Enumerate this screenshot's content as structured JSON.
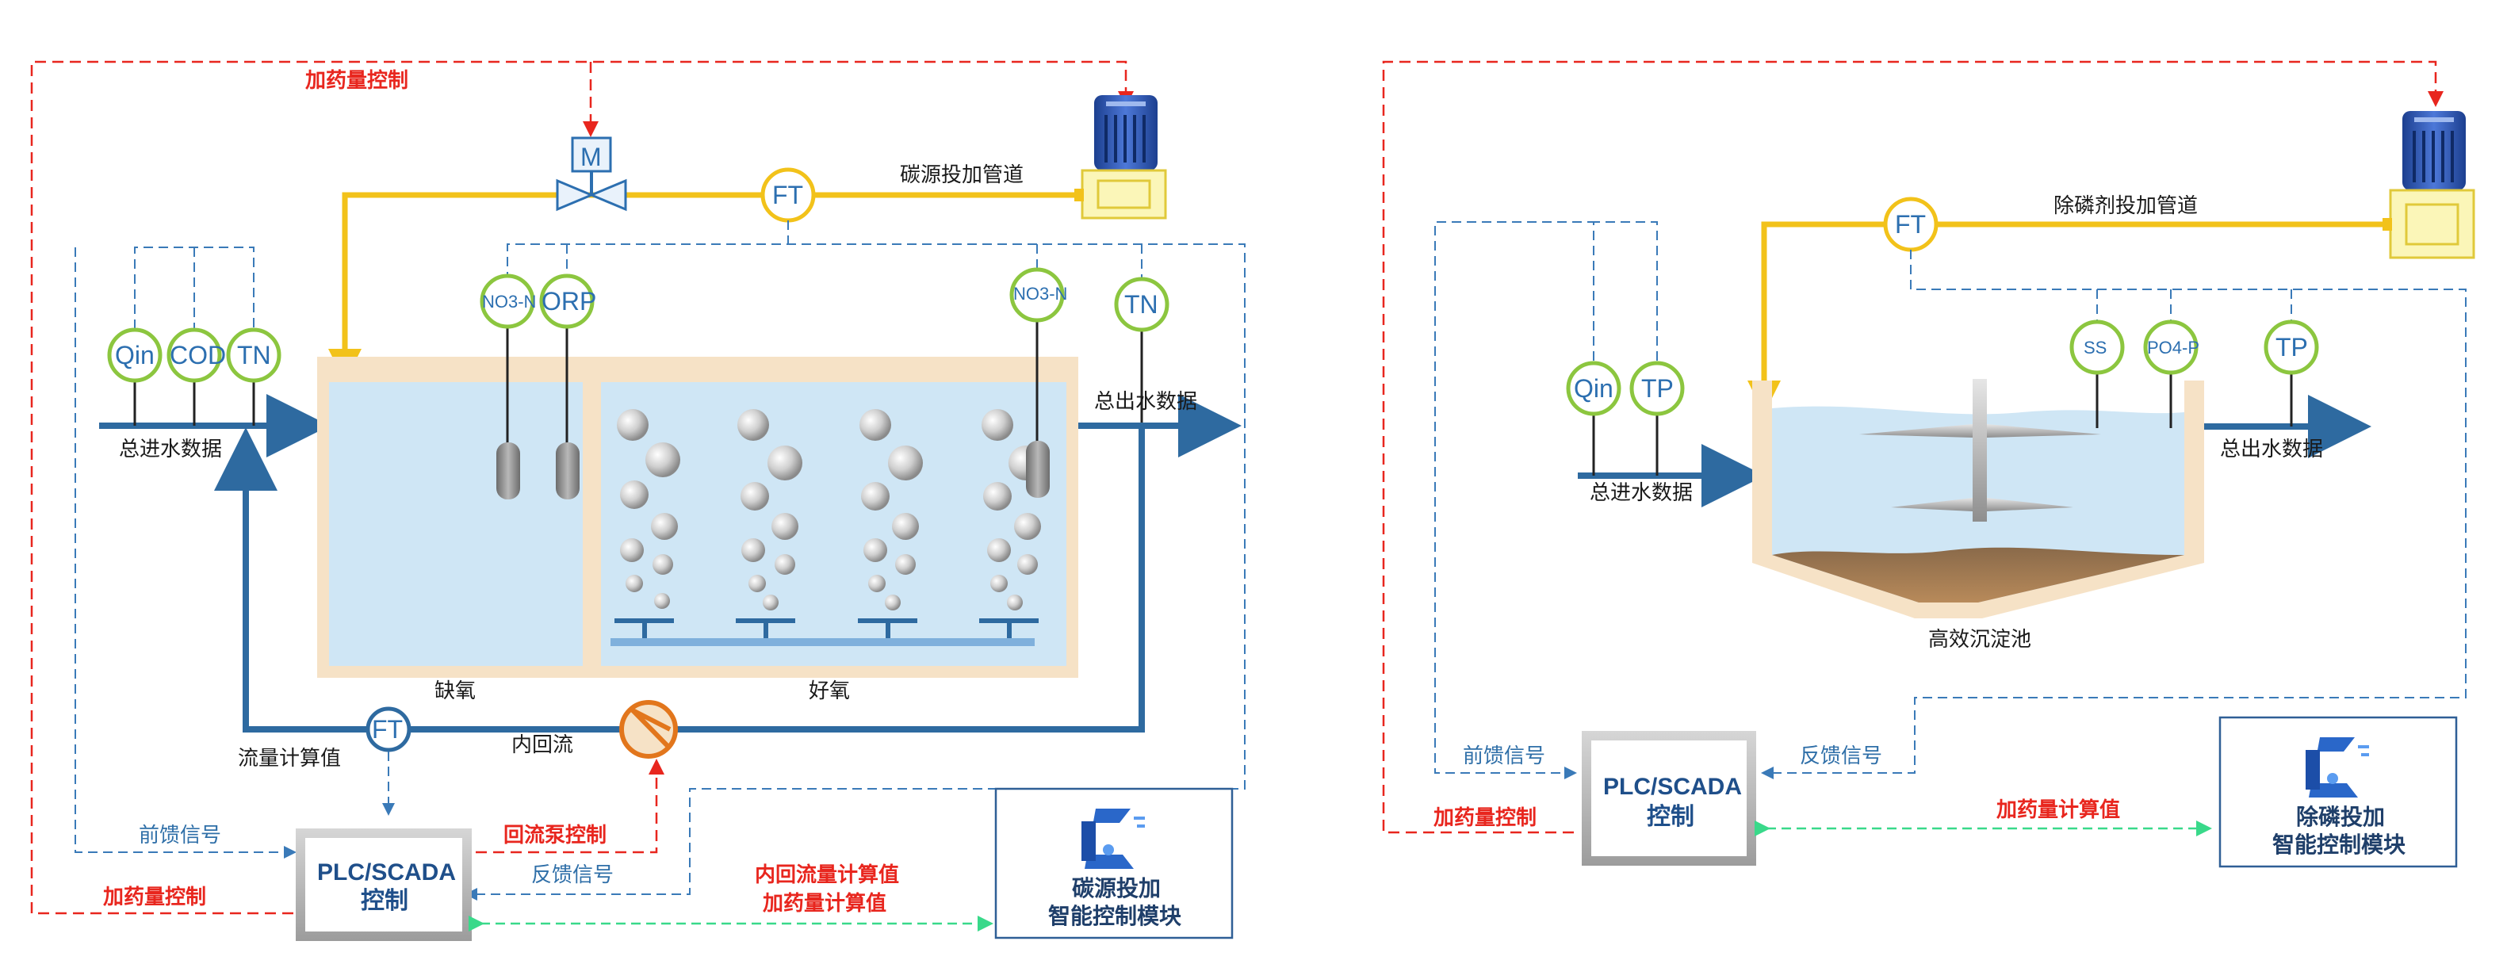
{
  "left": {
    "dosing_control_top": "加药量控制",
    "carbon_pipe": "碳源投加管道",
    "valve_motor": "M",
    "ft_pipe": "FT",
    "inlet_sensors": [
      "Qin",
      "COD",
      "TN"
    ],
    "inlet_label": "总进水数据",
    "tank_sensors": [
      "NO3-N",
      "ORP",
      "NO3-N"
    ],
    "outlet_sensor": "TN",
    "outlet_label": "总出水数据",
    "anoxic": "缺氧",
    "aerobic": "好氧",
    "ft_flow": "FT",
    "flow_calc": "流量计算值",
    "internal_reflux": "内回流",
    "feedforward": "前馈信号",
    "pump_control": "回流泵控制",
    "dosing_control_bottom": "加药量控制",
    "feedback": "反馈信号",
    "plc_line1": "PLC/SCADA",
    "plc_line2": "控制",
    "calc_line1": "内回流量计算值",
    "calc_line2": "加药量计算值",
    "module_line1": "碳源投加",
    "module_line2": "智能控制模块"
  },
  "right": {
    "ft_pipe": "FT",
    "p_pipe": "除磷剂投加管道",
    "inlet_sensors": [
      "Qin",
      "TP"
    ],
    "inlet_label": "总进水数据",
    "tank_sensors": [
      "SS",
      "PO4-P"
    ],
    "outlet_sensor": "TP",
    "outlet_label": "总出水数据",
    "tank_name": "高效沉淀池",
    "feedforward": "前馈信号",
    "feedback": "反馈信号",
    "dosing_control": "加药量控制",
    "plc_line1": "PLC/SCADA",
    "plc_line2": "控制",
    "dosing_calc": "加药量计算值",
    "module_line1": "除磷投加",
    "module_line2": "智能控制模块"
  },
  "colors": {
    "signal_blue": "#3a7ab8",
    "control_red": "#e8261e",
    "dosing_yellow": "#f2c21a",
    "pipe_blue": "#2e6aa0",
    "sensor_green": "#8cc63f",
    "comm_green": "#39d98a",
    "water": "#cfe6f5",
    "tank_wall": "#f6e2c6",
    "pump_orange": "#e2761c"
  },
  "icons": [
    "motor-valve-icon",
    "dosing-pump-icon",
    "reflux-pump-icon",
    "aeration-bubble-icon",
    "mixer-icon",
    "module-logo-icon"
  ]
}
